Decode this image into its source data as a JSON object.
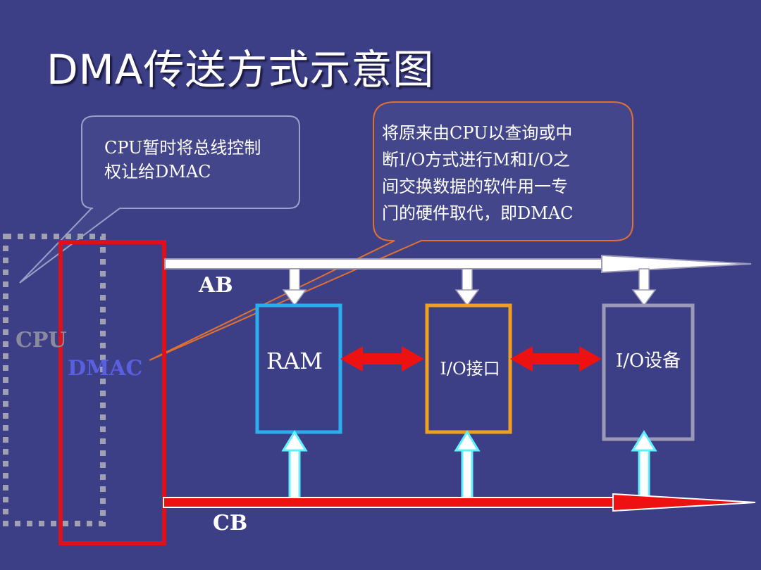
{
  "title": "DMA传送方式示意图",
  "callout_left": {
    "line1": "CPU暂时将总线控制",
    "line2": "权让给DMAC"
  },
  "callout_right": {
    "line1": "将原来由CPU以查询或中",
    "line2": "断I/O方式进行M和I/O之",
    "line3": "间交换数据的软件用一专",
    "line4": "门的硬件取代，即DMAC"
  },
  "labels": {
    "cpu": "CPU",
    "dmac": "DMAC",
    "ab": "AB",
    "cb": "CB",
    "ram": "RAM",
    "io_interface": "I/O接口",
    "io_device": "I/O设备"
  },
  "colors": {
    "background": "#3d3f86",
    "cpu_box": "#a0a0b4",
    "dmac_box": "#e0101a",
    "ram_box": "#29aef0",
    "io_interface_box": "#f0a020",
    "io_device_box": "#9a9ab8",
    "data_arrows": "#ee1111",
    "control_arrows": "#5ff0ff",
    "callout_right_border": "#e07030"
  }
}
